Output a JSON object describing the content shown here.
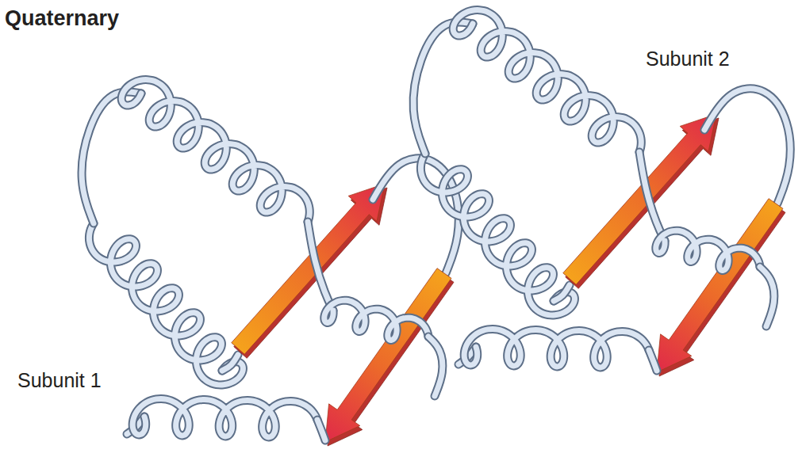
{
  "diagram": {
    "title": "Quaternary",
    "labels": [
      "Subunit 2",
      "Subunit 1"
    ]
  }
}
